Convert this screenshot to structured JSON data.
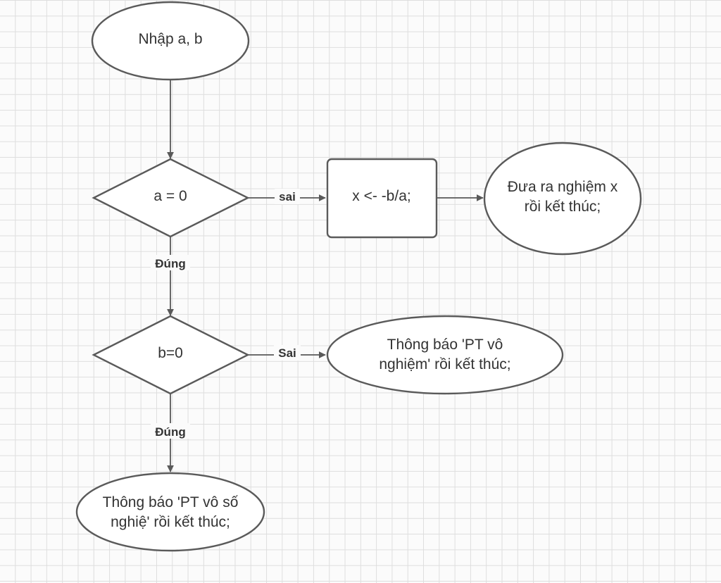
{
  "nodes": {
    "input": {
      "text": "Nhập a, b"
    },
    "check_a": {
      "text": "a = 0"
    },
    "compute": {
      "text": "x <- -b/a;"
    },
    "output_x": {
      "lines": [
        "Đưa ra nghiệm x",
        "rồi kết thúc;"
      ]
    },
    "check_b": {
      "text": "b=0"
    },
    "no_solution": {
      "lines": [
        "Thông báo 'PT vô",
        "nghiệm' rồi kết thúc;"
      ]
    },
    "infinite": {
      "lines": [
        "Thông báo 'PT vô số",
        "nghiệ' rồi kết thúc;"
      ]
    }
  },
  "edges": {
    "check_a_false": "sai",
    "check_a_true": "Đúng",
    "check_b_false": "Sai",
    "check_b_true": "Đúng"
  },
  "colors": {
    "stroke": "#5a5a5a",
    "grid": "#dedede",
    "text": "#333333"
  }
}
